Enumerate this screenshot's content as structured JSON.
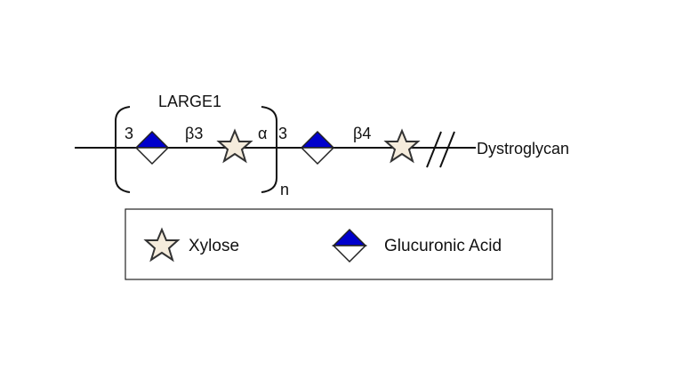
{
  "diagram": {
    "enzyme_label": "LARGE1",
    "repeat_label": "n",
    "linkages": [
      "3",
      "β3",
      "α",
      "3",
      "β4"
    ],
    "terminal_label": "Dystroglycan"
  },
  "legend": {
    "items": [
      {
        "label": "Xylose",
        "icon": "star-icon"
      },
      {
        "label": "Glucuronic Acid",
        "icon": "half-filled-diamond-icon"
      }
    ]
  },
  "colors": {
    "glucuronic_fill": "#0000cc",
    "xylose_fill": "#f5ecdc",
    "line": "#111111"
  }
}
